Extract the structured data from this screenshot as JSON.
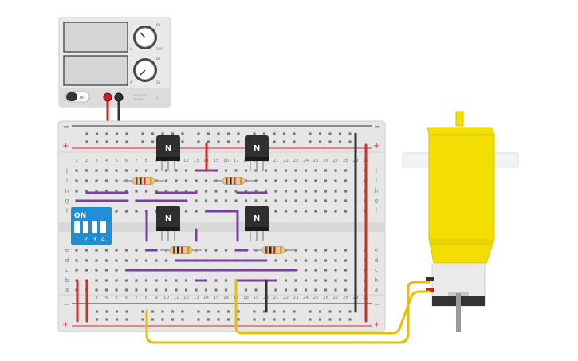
{
  "power_supply": {
    "off_label": "OFF",
    "top_knob_labels": [
      "0V",
      "30V"
    ],
    "bottom_knob_labels": [
      "0A",
      "5A"
    ],
    "top_unit": "V",
    "bottom_unit": "A",
    "brand_lines": [
      "VOLTAGE",
      "SUPPLY"
    ]
  },
  "breadboard": {
    "plus_label": "+",
    "minus_label": "−",
    "row_letters_top": [
      "j",
      "i",
      "h",
      "g",
      "f"
    ],
    "row_letters_bottom": [
      "e",
      "d",
      "c",
      "b",
      "a"
    ],
    "column_numbers": [
      "1",
      "2",
      "3",
      "4",
      "5",
      "6",
      "7",
      "8",
      "9",
      "10",
      "11",
      "12",
      "13",
      "14",
      "15",
      "16",
      "17",
      "18",
      "19",
      "20",
      "21",
      "22",
      "23",
      "24",
      "25",
      "26",
      "27",
      "28",
      "29",
      "30"
    ]
  },
  "dip_switch": {
    "on_label": "ON",
    "switch_numbers": [
      "1",
      "2",
      "3",
      "4"
    ]
  },
  "transistor_label": "N",
  "colors": {
    "wire_red": "#d42b2b",
    "wire_black": "#333333",
    "wire_purple": "#7a3fa0",
    "wire_yellow": "#e8c000",
    "dip_blue": "#1e8fd6",
    "motor_yellow": "#f2de00"
  }
}
